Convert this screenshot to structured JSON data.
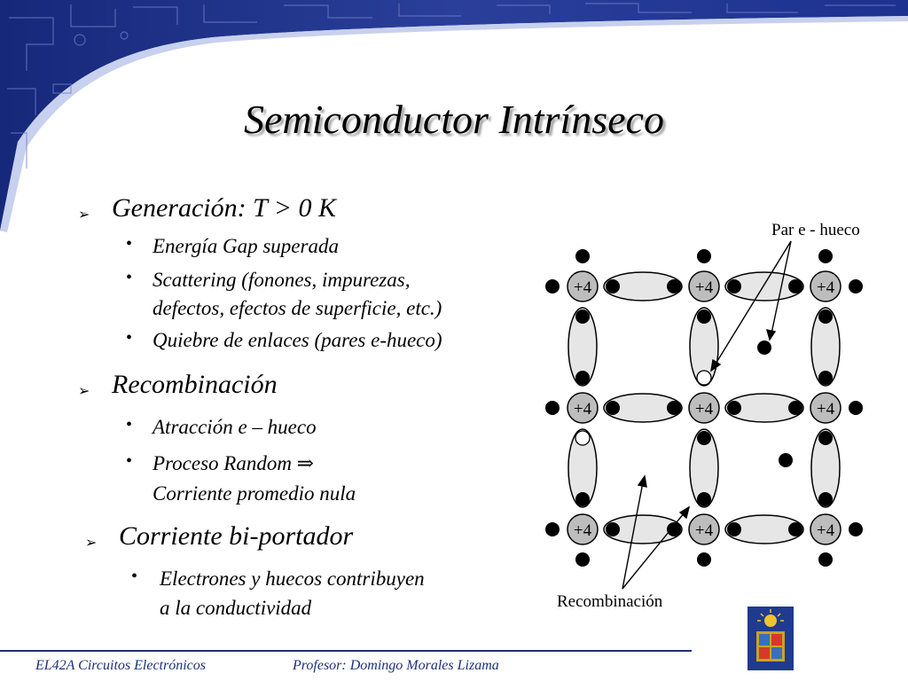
{
  "slide": {
    "title": "Semiconductor Intrínseco",
    "sections": [
      {
        "heading": "Generación: T  >  0 K",
        "items": [
          "Energía Gap superada",
          "Scattering (fonones, impurezas,",
          "defectos, efectos de superficie, etc.)",
          "Quiebre de enlaces (pares e-hueco)"
        ]
      },
      {
        "heading": "Recombinación",
        "items": [
          "Atracción e – hueco",
          "Proceso Random ⇒",
          "Corriente promedio nula"
        ]
      },
      {
        "heading": "Corriente bi-portador",
        "items": [
          "Electrones y huecos contribuyen",
          "a la conductividad"
        ]
      }
    ]
  },
  "diagram": {
    "pair_label": "Par e - hueco",
    "recomb_label": "Recombinación",
    "ion_label": "+4"
  },
  "footer": {
    "course": "EL42A Circuitos Electrónicos",
    "professor": "Profesor: Domingo Morales Lizama"
  }
}
